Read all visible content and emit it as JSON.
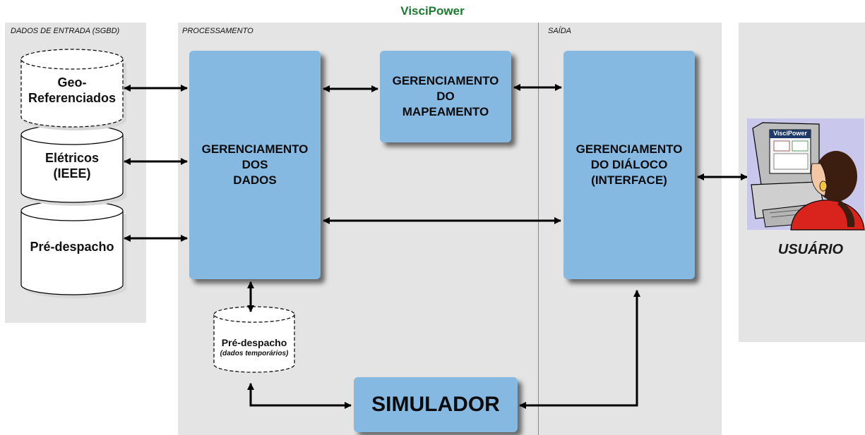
{
  "title": "VisciPower",
  "sections": {
    "input": "DADOS DE ENTRADA (SGBD)",
    "processing": "PROCESSAMENTO",
    "output": "SAÍDA"
  },
  "databases": {
    "geo": "Geo-\nReferenciados",
    "electric": "Elétricos\n(IEEE)",
    "predispatch": "Pré-despacho",
    "temp_title": "Pré-despacho",
    "temp_subtitle": "(dados temporários)"
  },
  "modules": {
    "data_management": "GERENCIAMENTO\nDOS\nDADOS",
    "mapping_management": "GERENCIAMENTO\nDO\nMAPEAMENTO",
    "dialog_management": "GERENCIAMENTO\nDO DIÁLOCO\n(INTERFACE)",
    "simulator": "SIMULADOR"
  },
  "user": {
    "screen_label": "VisciPower",
    "label": "USUÁRIO"
  },
  "colors": {
    "box_fill": "#86b9e2",
    "panel_fill": "#e4e4e4",
    "title_green": "#1a7a2e",
    "user_bg": "#c9c8ec"
  }
}
